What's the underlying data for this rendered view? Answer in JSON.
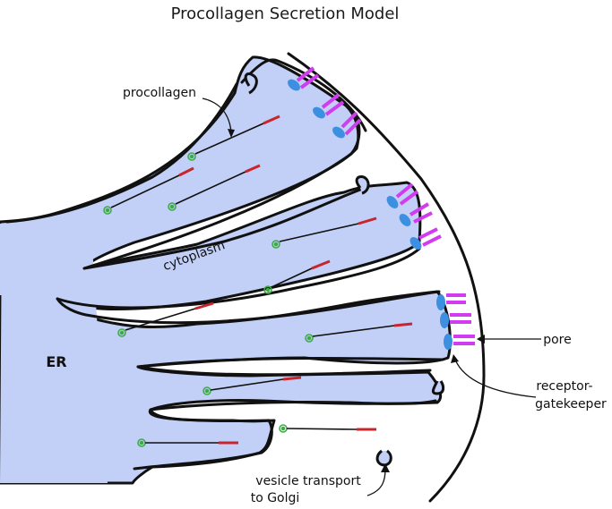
{
  "title": "Procollagen Secretion Model",
  "labels": {
    "procollagen": "procollagen",
    "cytoplasm": "cytoplasm",
    "er": "ER",
    "pore": "pore",
    "receptor_line1": "receptor-",
    "receptor_line2": "gatekeeper",
    "vesicle_line1": "vesicle transport",
    "vesicle_line2": "to Golgi"
  },
  "colors": {
    "er_fill": "#c2cff6",
    "outline": "#111111",
    "pore": "#d23cf0",
    "receptor": "#3d8fe0",
    "procollagen_head": "#3dab46",
    "procollagen_tail": "#c8252c"
  }
}
